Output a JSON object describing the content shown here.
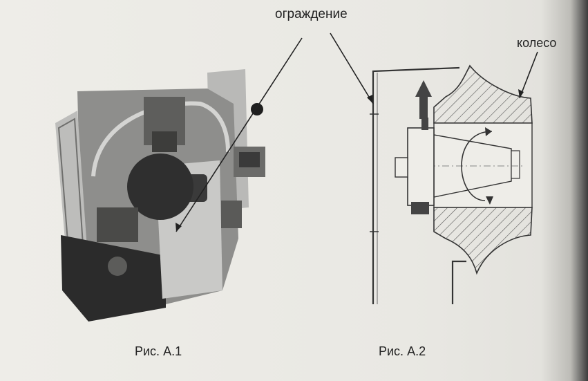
{
  "labels": {
    "guard": "ограждение",
    "wheel": "колесо"
  },
  "captions": {
    "figure1": "Рис. А.1",
    "figure2": "Рис. А.2"
  }
}
